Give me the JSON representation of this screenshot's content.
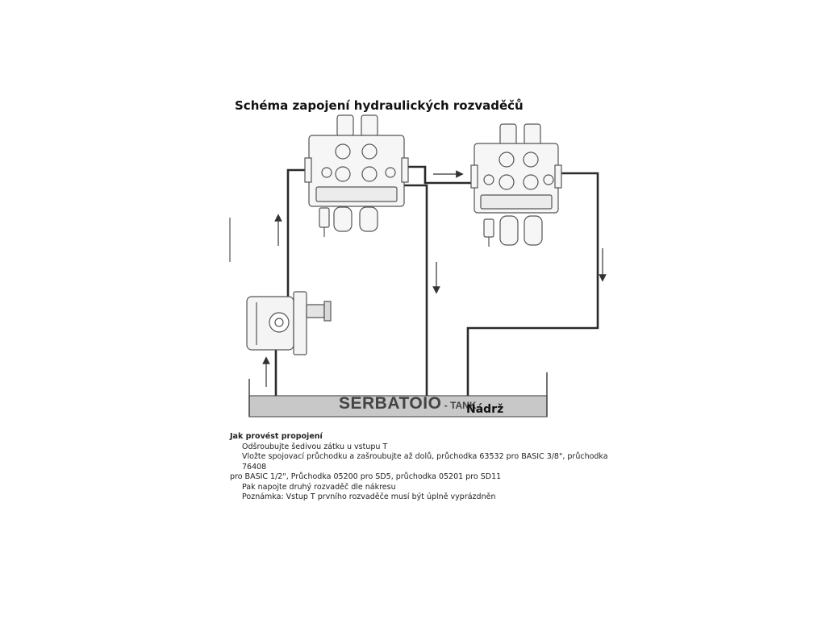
{
  "title": "Schéma zapojení hydraulických rozvaděčů",
  "tank": {
    "label": "SERBATOIO",
    "suffix": " - TANK",
    "label_cz": "Nádrž"
  },
  "instructions": {
    "heading": "Jak provést propojení",
    "line1": "Odšroubujte šedivou zátku u vstupu T",
    "line2a": "Vložte spojovací průchodku a zašroubujte až dolů, průchodka 63532 pro BASIC 3/8\", průchodka 76408",
    "line2b": "pro BASIC 1/2\", Průchodka 05200 pro SD5, průchodka 05201 pro SD11",
    "line3": "Pak napojte druhý rozvaděč dle nákresu",
    "line4": "Poznámka: Vstup T prvního rozvaděče musí být úplně vyprázdněn"
  },
  "colors": {
    "pipe": "#2a2a2a",
    "tank_fill": "#c8c8c8",
    "component_stroke": "#555555"
  }
}
